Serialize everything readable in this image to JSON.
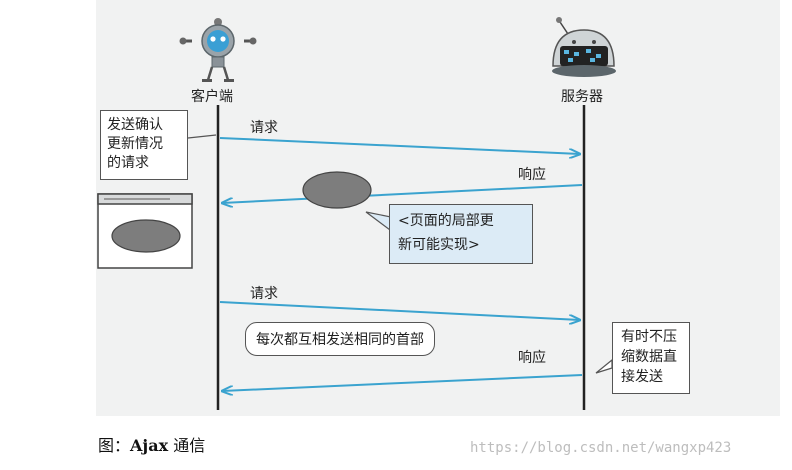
{
  "actors": {
    "client_label": "客户端",
    "server_label": "服务器"
  },
  "messages": [
    {
      "label": "请求",
      "direction": "client-to-server"
    },
    {
      "label": "响应",
      "direction": "server-to-client"
    },
    {
      "label": "请求",
      "direction": "client-to-server"
    },
    {
      "label": "响应",
      "direction": "server-to-client"
    }
  ],
  "notes": {
    "client_note": [
      "发送确认",
      "更新情况",
      "的请求"
    ],
    "partial_update": [
      "<页面的局部更",
      "新可能实现>"
    ],
    "same_header": "每次都互相发送相同的首部",
    "no_compress": [
      "有时不压",
      "缩数据直",
      "接发送"
    ]
  },
  "caption": {
    "prefix": "图：",
    "title": "Ajax",
    "suffix": " 通信"
  },
  "watermark": "https://blog.csdn.net/wangxp423",
  "colors": {
    "arrow": "#3aa3cf",
    "lifeline": "#222222",
    "ellipse": "#7d7d7d",
    "bubble": "#dcebf6",
    "panel": "#f1f2f2"
  }
}
